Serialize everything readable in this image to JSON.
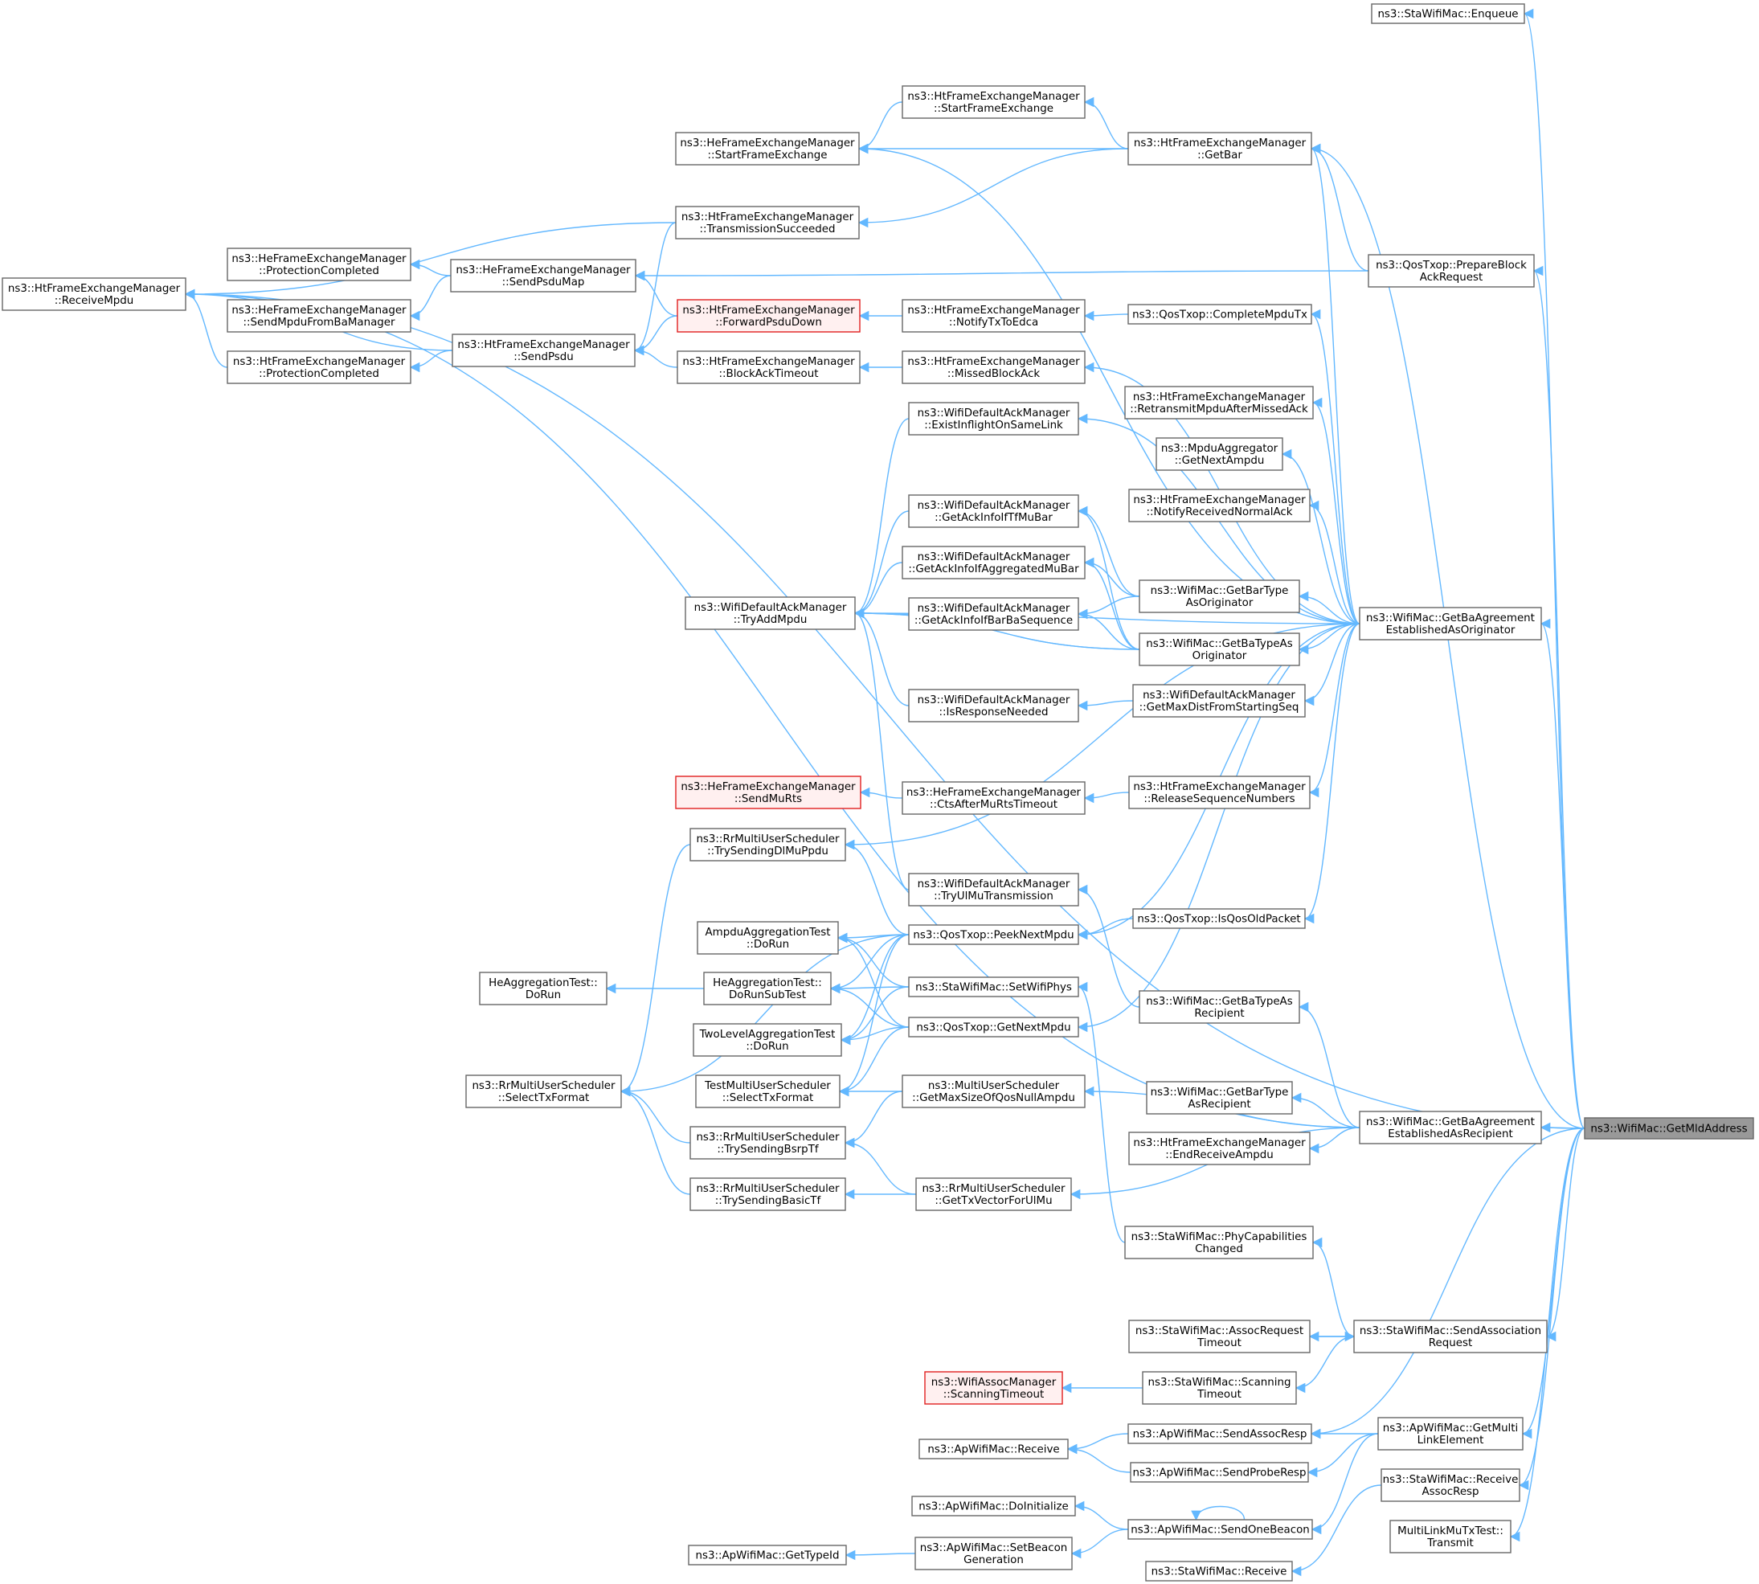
{
  "graph": {
    "focus": "n0",
    "nodes": [
      {
        "id": "n0",
        "lines": [
          "ns3::WifiMac::GetMldAddress"
        ],
        "style": "focus"
      },
      {
        "id": "n1",
        "lines": [
          "ns3::StaWifiMac::Enqueue"
        ]
      },
      {
        "id": "n2",
        "lines": [
          "ns3::HtFrameExchangeManager",
          "::GetBar"
        ]
      },
      {
        "id": "n3",
        "lines": [
          "ns3::HtFrameExchangeManager",
          "::StartFrameExchange"
        ]
      },
      {
        "id": "n4",
        "lines": [
          "ns3::HeFrameExchangeManager",
          "::StartFrameExchange"
        ]
      },
      {
        "id": "n5",
        "lines": [
          "ns3::HtFrameExchangeManager",
          "::TransmissionSucceeded"
        ]
      },
      {
        "id": "n6",
        "lines": [
          "ns3::HtFrameExchangeManager",
          "::ReceiveMpdu"
        ]
      },
      {
        "id": "n7",
        "lines": [
          "ns3::HeFrameExchangeManager",
          "::ProtectionCompleted"
        ]
      },
      {
        "id": "n8",
        "lines": [
          "ns3::HeFrameExchangeManager",
          "::SendPsduMap"
        ]
      },
      {
        "id": "n9",
        "lines": [
          "ns3::HeFrameExchangeManager",
          "::SendMpduFromBaManager"
        ]
      },
      {
        "id": "n10",
        "lines": [
          "ns3::HtFrameExchangeManager",
          "::ForwardPsduDown"
        ],
        "style": "red"
      },
      {
        "id": "n11",
        "lines": [
          "ns3::HtFrameExchangeManager",
          "::NotifyTxToEdca"
        ]
      },
      {
        "id": "n12",
        "lines": [
          "ns3::QosTxop::CompleteMpduTx"
        ]
      },
      {
        "id": "n13",
        "lines": [
          "ns3::QosTxop::PrepareBlock",
          "AckRequest"
        ]
      },
      {
        "id": "n14",
        "lines": [
          "ns3::HtFrameExchangeManager",
          "::ProtectionCompleted"
        ]
      },
      {
        "id": "n15",
        "lines": [
          "ns3::HtFrameExchangeManager",
          "::SendPsdu"
        ]
      },
      {
        "id": "n16",
        "lines": [
          "ns3::HtFrameExchangeManager",
          "::BlockAckTimeout"
        ]
      },
      {
        "id": "n17",
        "lines": [
          "ns3::HtFrameExchangeManager",
          "::MissedBlockAck"
        ]
      },
      {
        "id": "n18",
        "lines": [
          "ns3::WifiDefaultAckManager",
          "::ExistInflightOnSameLink"
        ]
      },
      {
        "id": "n19",
        "lines": [
          "ns3::HtFrameExchangeManager",
          "::RetransmitMpduAfterMissedAck"
        ]
      },
      {
        "id": "n20",
        "lines": [
          "ns3::MpduAggregator",
          "::GetNextAmpdu"
        ]
      },
      {
        "id": "n21",
        "lines": [
          "ns3::HtFrameExchangeManager",
          "::NotifyReceivedNormalAck"
        ]
      },
      {
        "id": "n22",
        "lines": [
          "ns3::WifiDefaultAckManager",
          "::GetAckInfoIfTfMuBar"
        ]
      },
      {
        "id": "n23",
        "lines": [
          "ns3::WifiDefaultAckManager",
          "::GetAckInfoIfAggregatedMuBar"
        ]
      },
      {
        "id": "n24",
        "lines": [
          "ns3::WifiMac::GetBarType",
          "AsOriginator"
        ]
      },
      {
        "id": "n25",
        "lines": [
          "ns3::WifiMac::GetBaAgreement",
          "EstablishedAsOriginator"
        ]
      },
      {
        "id": "n26",
        "lines": [
          "ns3::WifiDefaultAckManager",
          "::TryAddMpdu"
        ]
      },
      {
        "id": "n27",
        "lines": [
          "ns3::WifiDefaultAckManager",
          "::GetAckInfoIfBarBaSequence"
        ]
      },
      {
        "id": "n28",
        "lines": [
          "ns3::WifiMac::GetBaTypeAs",
          "Originator"
        ]
      },
      {
        "id": "n29",
        "lines": [
          "ns3::WifiDefaultAckManager",
          "::GetMaxDistFromStartingSeq"
        ]
      },
      {
        "id": "n30",
        "lines": [
          "ns3::WifiDefaultAckManager",
          "::IsResponseNeeded"
        ]
      },
      {
        "id": "n31",
        "lines": [
          "ns3::HeFrameExchangeManager",
          "::SendMuRts"
        ],
        "style": "red"
      },
      {
        "id": "n32",
        "lines": [
          "ns3::HeFrameExchangeManager",
          "::CtsAfterMuRtsTimeout"
        ]
      },
      {
        "id": "n33",
        "lines": [
          "ns3::HtFrameExchangeManager",
          "::ReleaseSequenceNumbers"
        ]
      },
      {
        "id": "n34",
        "lines": [
          "ns3::RrMultiUserScheduler",
          "::TrySendingDlMuPpdu"
        ]
      },
      {
        "id": "n35",
        "lines": [
          "ns3::WifiDefaultAckManager",
          "::TryUlMuTransmission"
        ]
      },
      {
        "id": "n36",
        "lines": [
          "ns3::QosTxop::IsQosOldPacket"
        ]
      },
      {
        "id": "n37",
        "lines": [
          "AmpduAggregationTest",
          "::DoRun"
        ]
      },
      {
        "id": "n38",
        "lines": [
          "ns3::QosTxop::PeekNextMpdu"
        ]
      },
      {
        "id": "n39",
        "lines": [
          "HeAggregationTest::",
          "DoRun"
        ]
      },
      {
        "id": "n40",
        "lines": [
          "HeAggregationTest::",
          "DoRunSubTest"
        ]
      },
      {
        "id": "n41",
        "lines": [
          "ns3::StaWifiMac::SetWifiPhys"
        ]
      },
      {
        "id": "n42",
        "lines": [
          "ns3::WifiMac::GetBaTypeAs",
          "Recipient"
        ]
      },
      {
        "id": "n43",
        "lines": [
          "TwoLevelAggregationTest",
          "::DoRun"
        ]
      },
      {
        "id": "n44",
        "lines": [
          "ns3::QosTxop::GetNextMpdu"
        ]
      },
      {
        "id": "n45",
        "lines": [
          "ns3::RrMultiUserScheduler",
          "::SelectTxFormat"
        ]
      },
      {
        "id": "n46",
        "lines": [
          "TestMultiUserScheduler",
          "::SelectTxFormat"
        ]
      },
      {
        "id": "n47",
        "lines": [
          "ns3::MultiUserScheduler",
          "::GetMaxSizeOfQosNullAmpdu"
        ]
      },
      {
        "id": "n48",
        "lines": [
          "ns3::WifiMac::GetBarType",
          "AsRecipient"
        ]
      },
      {
        "id": "n49",
        "lines": [
          "ns3::WifiMac::GetBaAgreement",
          "EstablishedAsRecipient"
        ]
      },
      {
        "id": "n50",
        "lines": [
          "ns3::RrMultiUserScheduler",
          "::TrySendingBsrpTf"
        ]
      },
      {
        "id": "n51",
        "lines": [
          "ns3::HtFrameExchangeManager",
          "::EndReceiveAmpdu"
        ]
      },
      {
        "id": "n52",
        "lines": [
          "ns3::RrMultiUserScheduler",
          "::TrySendingBasicTf"
        ]
      },
      {
        "id": "n53",
        "lines": [
          "ns3::RrMultiUserScheduler",
          "::GetTxVectorForUlMu"
        ]
      },
      {
        "id": "n54",
        "lines": [
          "ns3::StaWifiMac::PhyCapabilities",
          "Changed"
        ]
      },
      {
        "id": "n55",
        "lines": [
          "ns3::StaWifiMac::AssocRequest",
          "Timeout"
        ]
      },
      {
        "id": "n56",
        "lines": [
          "ns3::StaWifiMac::SendAssociation",
          "Request"
        ]
      },
      {
        "id": "n57",
        "lines": [
          "ns3::WifiAssocManager",
          "::ScanningTimeout"
        ],
        "style": "red"
      },
      {
        "id": "n58",
        "lines": [
          "ns3::StaWifiMac::Scanning",
          "Timeout"
        ]
      },
      {
        "id": "n59",
        "lines": [
          "ns3::ApWifiMac::SendAssocResp"
        ]
      },
      {
        "id": "n60",
        "lines": [
          "ns3::ApWifiMac::GetMulti",
          "LinkElement"
        ]
      },
      {
        "id": "n61",
        "lines": [
          "ns3::ApWifiMac::Receive"
        ]
      },
      {
        "id": "n62",
        "lines": [
          "ns3::ApWifiMac::SendProbeResp"
        ]
      },
      {
        "id": "n63",
        "lines": [
          "ns3::StaWifiMac::Receive",
          "AssocResp"
        ]
      },
      {
        "id": "n64",
        "lines": [
          "ns3::ApWifiMac::DoInitialize"
        ]
      },
      {
        "id": "n65",
        "lines": [
          "ns3::ApWifiMac::SendOneBeacon"
        ]
      },
      {
        "id": "n66",
        "lines": [
          "MultiLinkMuTxTest::",
          "Transmit"
        ]
      },
      {
        "id": "n67",
        "lines": [
          "ns3::ApWifiMac::GetTypeId"
        ]
      },
      {
        "id": "n68",
        "lines": [
          "ns3::ApWifiMac::SetBeacon",
          "Generation"
        ]
      },
      {
        "id": "n69",
        "lines": [
          "ns3::StaWifiMac::Receive"
        ]
      }
    ],
    "edges": [
      [
        "n0",
        "n1"
      ],
      [
        "n0",
        "n2"
      ],
      [
        "n0",
        "n6"
      ],
      [
        "n0",
        "n13"
      ],
      [
        "n0",
        "n25"
      ],
      [
        "n0",
        "n49"
      ],
      [
        "n0",
        "n56"
      ],
      [
        "n0",
        "n59"
      ],
      [
        "n0",
        "n60"
      ],
      [
        "n0",
        "n63"
      ],
      [
        "n0",
        "n66"
      ],
      [
        "n2",
        "n3"
      ],
      [
        "n2",
        "n4"
      ],
      [
        "n2",
        "n5"
      ],
      [
        "n3",
        "n4"
      ],
      [
        "n5",
        "n6"
      ],
      [
        "n5",
        "n15"
      ],
      [
        "n13",
        "n2"
      ],
      [
        "n13",
        "n8"
      ],
      [
        "n8",
        "n7"
      ],
      [
        "n8",
        "n9"
      ],
      [
        "n10",
        "n8"
      ],
      [
        "n10",
        "n15"
      ],
      [
        "n11",
        "n10"
      ],
      [
        "n12",
        "n11"
      ],
      [
        "n15",
        "n6"
      ],
      [
        "n15",
        "n14"
      ],
      [
        "n14",
        "n6"
      ],
      [
        "n16",
        "n15"
      ],
      [
        "n17",
        "n16"
      ],
      [
        "n25",
        "n2"
      ],
      [
        "n25",
        "n4"
      ],
      [
        "n25",
        "n12"
      ],
      [
        "n25",
        "n17"
      ],
      [
        "n25",
        "n18"
      ],
      [
        "n25",
        "n19"
      ],
      [
        "n25",
        "n20"
      ],
      [
        "n25",
        "n21"
      ],
      [
        "n25",
        "n24"
      ],
      [
        "n25",
        "n26"
      ],
      [
        "n25",
        "n28"
      ],
      [
        "n25",
        "n29"
      ],
      [
        "n25",
        "n33"
      ],
      [
        "n25",
        "n34"
      ],
      [
        "n25",
        "n36"
      ],
      [
        "n25",
        "n38"
      ],
      [
        "n25",
        "n44"
      ],
      [
        "n18",
        "n26"
      ],
      [
        "n22",
        "n26"
      ],
      [
        "n23",
        "n26"
      ],
      [
        "n27",
        "n26"
      ],
      [
        "n30",
        "n26"
      ],
      [
        "n24",
        "n23"
      ],
      [
        "n24",
        "n27"
      ],
      [
        "n24",
        "n22"
      ],
      [
        "n28",
        "n26"
      ],
      [
        "n28",
        "n27"
      ],
      [
        "n28",
        "n22"
      ],
      [
        "n28",
        "n23"
      ],
      [
        "n28",
        "n26"
      ],
      [
        "n29",
        "n30"
      ],
      [
        "n33",
        "n32"
      ],
      [
        "n32",
        "n31"
      ],
      [
        "n35",
        "n26"
      ],
      [
        "n36",
        "n38"
      ],
      [
        "n38",
        "n34"
      ],
      [
        "n38",
        "n37"
      ],
      [
        "n38",
        "n40"
      ],
      [
        "n38",
        "n43"
      ],
      [
        "n38",
        "n45"
      ],
      [
        "n38",
        "n46"
      ],
      [
        "n34",
        "n45"
      ],
      [
        "n40",
        "n39"
      ],
      [
        "n41",
        "n37"
      ],
      [
        "n41",
        "n40"
      ],
      [
        "n41",
        "n43"
      ],
      [
        "n44",
        "n37"
      ],
      [
        "n44",
        "n40"
      ],
      [
        "n44",
        "n43"
      ],
      [
        "n44",
        "n46"
      ],
      [
        "n42",
        "n35"
      ],
      [
        "n47",
        "n46"
      ],
      [
        "n47",
        "n50"
      ],
      [
        "n50",
        "n45"
      ],
      [
        "n52",
        "n45"
      ],
      [
        "n49",
        "n42"
      ],
      [
        "n49",
        "n47"
      ],
      [
        "n49",
        "n48"
      ],
      [
        "n49",
        "n51"
      ],
      [
        "n49",
        "n53"
      ],
      [
        "n49",
        "n6"
      ],
      [
        "n53",
        "n50"
      ],
      [
        "n53",
        "n52"
      ],
      [
        "n54",
        "n41"
      ],
      [
        "n56",
        "n54"
      ],
      [
        "n56",
        "n55"
      ],
      [
        "n55",
        "n56"
      ],
      [
        "n56",
        "n58"
      ],
      [
        "n58",
        "n57"
      ],
      [
        "n59",
        "n61"
      ],
      [
        "n60",
        "n59"
      ],
      [
        "n60",
        "n62"
      ],
      [
        "n60",
        "n65"
      ],
      [
        "n62",
        "n61"
      ],
      [
        "n65",
        "n64"
      ],
      [
        "n65",
        "n68"
      ],
      [
        "n65",
        "n65"
      ],
      [
        "n68",
        "n67"
      ],
      [
        "n63",
        "n69"
      ]
    ]
  }
}
